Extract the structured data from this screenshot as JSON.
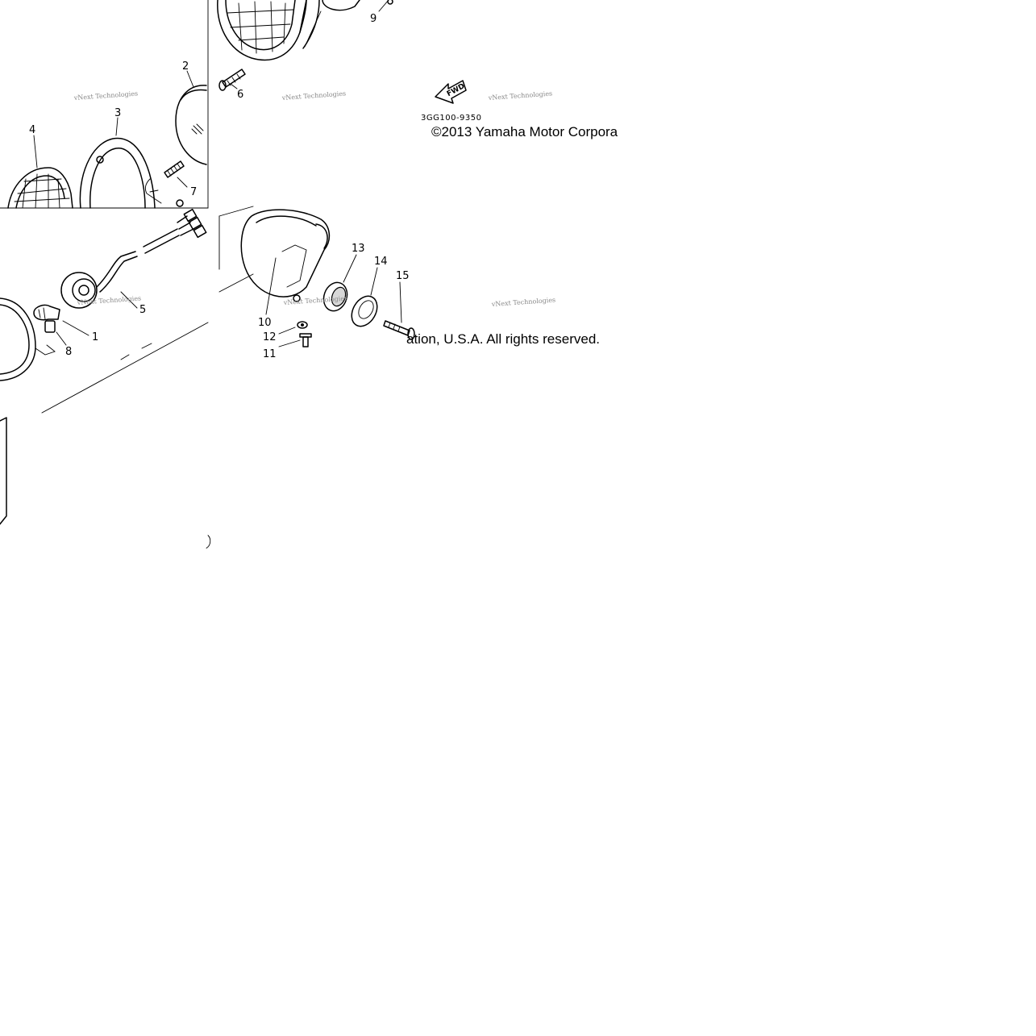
{
  "diagram": {
    "callouts": [
      "1",
      "2",
      "3",
      "4",
      "5",
      "6",
      "7",
      "8",
      "9",
      "10",
      "11",
      "12",
      "13",
      "14",
      "15"
    ],
    "reference_code": "3GG100-9350",
    "fwd_label": "FWD",
    "copyright_fragment_top": "©2013 Yamaha Motor Corpora",
    "copyright_fragment_bottom": "ation, U.S.A. All rights reserved.",
    "watermark": "vNext Technologies"
  }
}
